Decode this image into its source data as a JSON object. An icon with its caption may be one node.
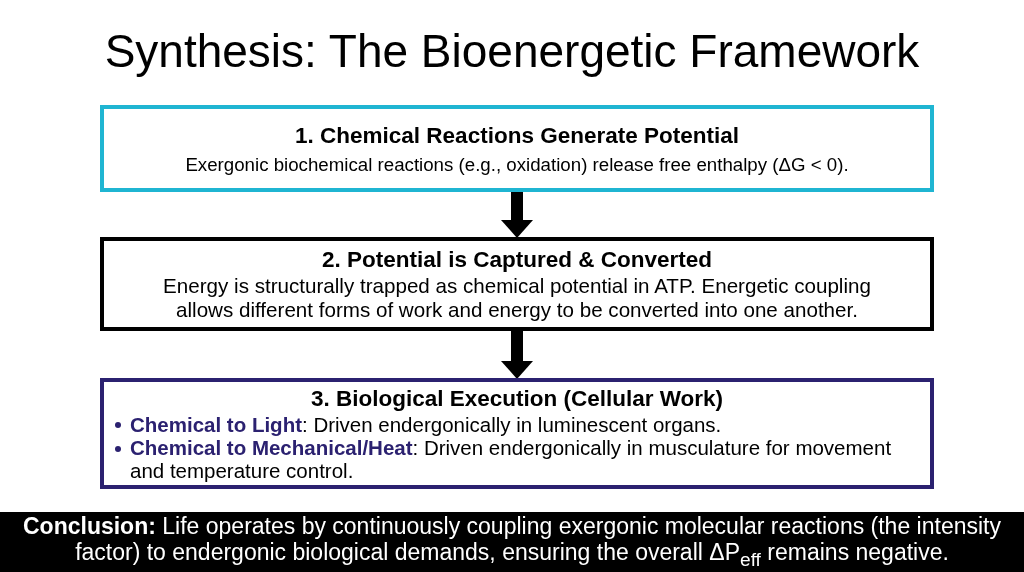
{
  "diagram": {
    "title": "Synthesis: The Bioenergetic Framework",
    "nodes": [
      {
        "text": [
          "1. Chemical Reactions Generate Potential",
          "Exergonic biochemical reactions (e.g., oxidation) release free enthalpy (ΔG < 0)."
        ]
      },
      {
        "text": [
          "2. Potential is Captured & Converted",
          "Energy is structurally trapped as chemical potential in ATP. Energetic coupling allows different forms of work and energy to be converted into one another."
        ]
      },
      {
        "text": [
          "3. Biological Execution (Cellular Work)",
          "**Chemical to Light**: Driven endergonically in luminescent organs.",
          "**Chemical to Mechanical/Heat**: Driven endergonically in musculature for movement and temperature control."
        ]
      },
      {
        "text": [
          "**Conclusion:** Life operates by continuously coupling exergonic molecular reactions (the intensity factor) to endergonic biological demands, ensuring the overall ΔP$_{eff}$ remains negative."
        ]
      }
    ],
    "edges": [
      {
        "from": 0,
        "to": 1,
        "arrow": "to"
      },
      {
        "from": 1,
        "to": 2,
        "arrow": "to"
      }
    ]
  }
}
